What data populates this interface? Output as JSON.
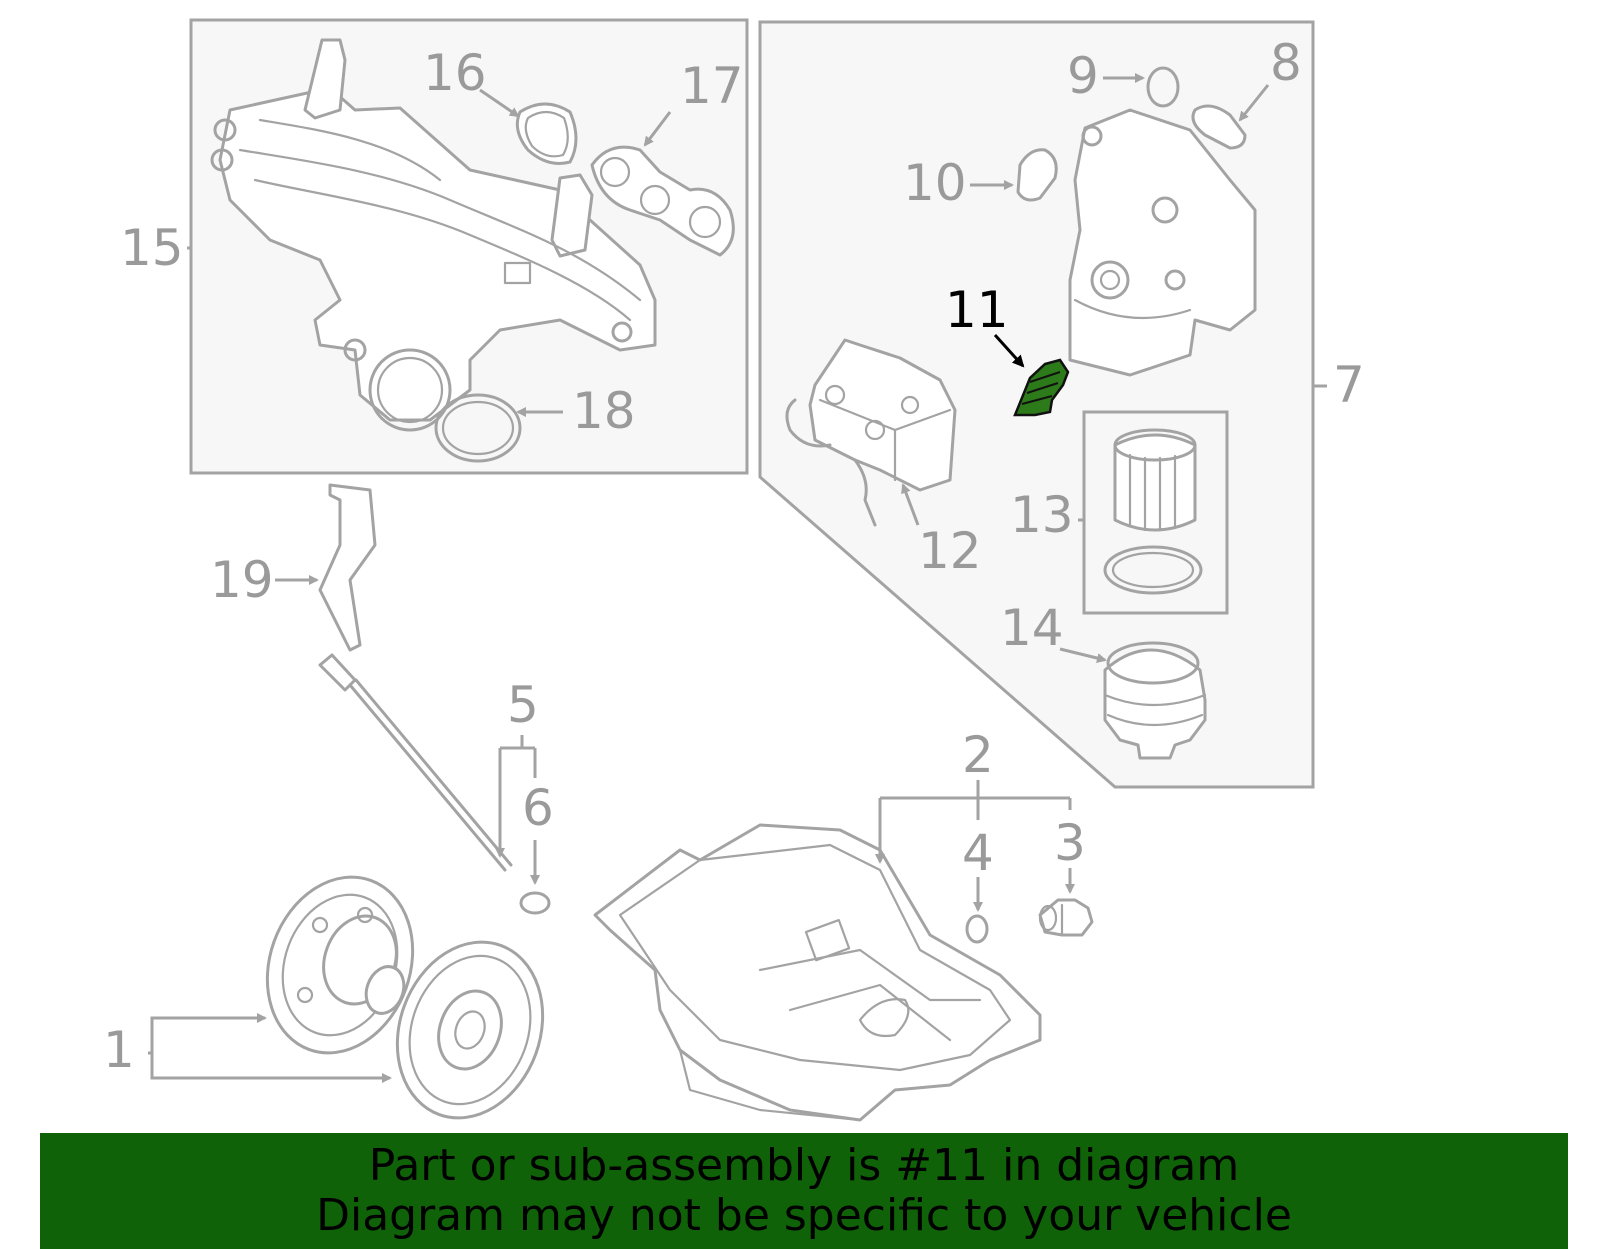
{
  "highlight": {
    "part": "11",
    "color": "#2d7a1a"
  },
  "banner": {
    "line1": "Part or sub-assembly is #11 in diagram",
    "line2": "Diagram may not be specific to your vehicle",
    "background": "#0f6207"
  },
  "callouts": {
    "c1": "1",
    "c2": "2",
    "c3": "3",
    "c4": "4",
    "c5": "5",
    "c6": "6",
    "c7": "7",
    "c8": "8",
    "c9": "9",
    "c10": "10",
    "c11": "11",
    "c12": "12",
    "c13": "13",
    "c14": "14",
    "c15": "15",
    "c16": "16",
    "c17": "17",
    "c18": "18",
    "c19": "19"
  }
}
